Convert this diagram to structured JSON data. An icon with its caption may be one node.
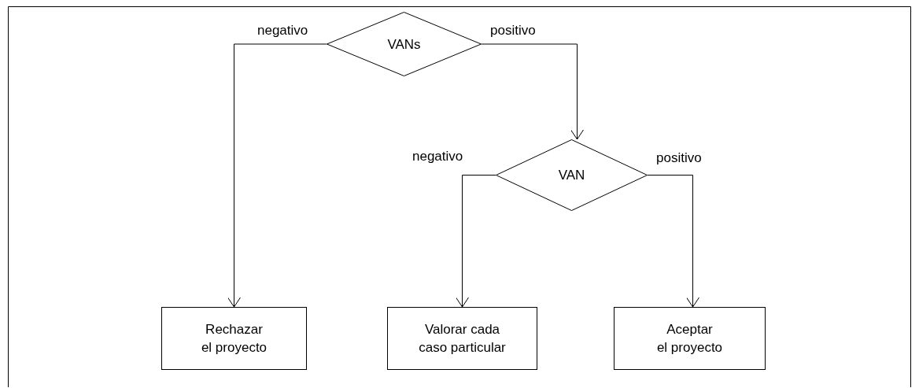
{
  "diagram": {
    "nodes": [
      {
        "text": [
          "VANs"
        ]
      },
      {
        "text": [
          "VAN"
        ]
      },
      {
        "text": [
          "Rechazar el proyecto"
        ]
      },
      {
        "text": [
          "Valorar cada caso particular"
        ]
      },
      {
        "text": [
          "Aceptar el proyecto"
        ]
      }
    ],
    "edges": [
      {
        "from": 0,
        "to": 2,
        "arrow": "to",
        "label": "negativo"
      },
      {
        "from": 0,
        "to": 1,
        "arrow": "to",
        "label": "positivo"
      },
      {
        "from": 1,
        "to": 3,
        "arrow": "to",
        "label": "negativo"
      },
      {
        "from": 1,
        "to": 4,
        "arrow": "to",
        "label": "positivo"
      }
    ]
  }
}
